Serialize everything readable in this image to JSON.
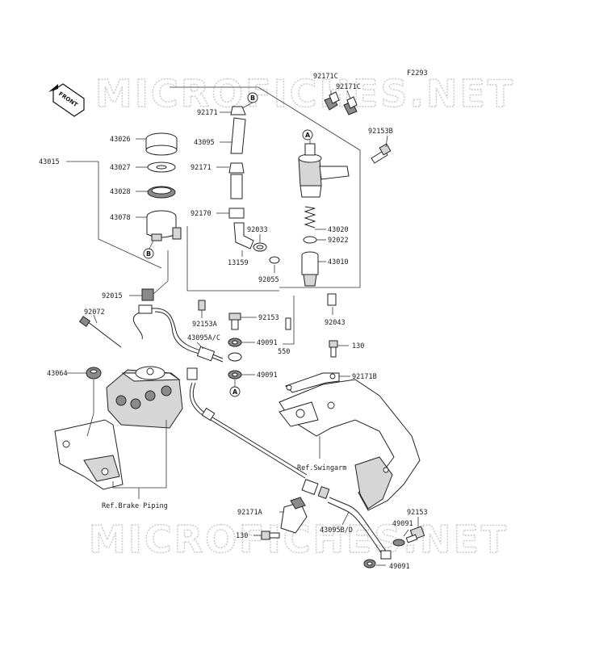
{
  "diagram_code": "F2293",
  "watermark_text": "MICROFICHES.NET",
  "front_label": "FRONT",
  "markers": {
    "a": "A",
    "b": "B"
  },
  "labels": {
    "p43015": "43015",
    "p43026": "43026",
    "p43027": "43027",
    "p43028": "43028",
    "p43078": "43078",
    "p92171_top": "92171",
    "p43095": "43095",
    "p92171_mid": "92171",
    "p92170": "92170",
    "p92033": "92033",
    "p13159": "13159",
    "p92055": "92055",
    "p92171C_a": "92171C",
    "p92171C_b": "92171C",
    "p92153B": "92153B",
    "p43020": "43020",
    "p92022": "92022",
    "p43010": "43010",
    "p92043": "92043",
    "p92015": "92015",
    "p92072": "92072",
    "p92153A": "92153A",
    "p43095AC": "43095A/C",
    "p92153_mid": "92153",
    "p49091_a": "49091",
    "p49091_b": "49091",
    "p550": "550",
    "p130_top": "130",
    "p92171B": "92171B",
    "p43064": "43064",
    "ref_swingarm": "Ref.Swingarm",
    "ref_brake_piping": "Ref.Brake Piping",
    "p92171A": "92171A",
    "p130_bottom": "130",
    "p43095BD": "43095B/D",
    "p92153_bottom": "92153",
    "p49091_c": "49091",
    "p49091_d": "49091"
  }
}
